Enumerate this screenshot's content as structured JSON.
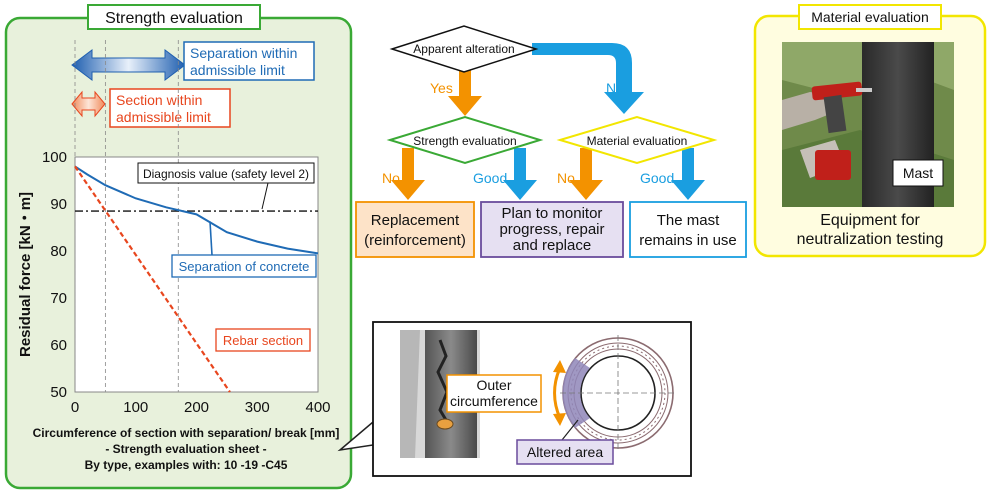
{
  "strength_panel": {
    "title": "Strength evaluation",
    "legend_separation": [
      "Separation within",
      "admissible limit"
    ],
    "legend_section": [
      "Section within",
      "admissible limit"
    ],
    "caption": [
      "Circumference of section with separation/ break [mm]",
      "- Strength evaluation sheet -",
      "By type, examples with: 10 -19 -C45"
    ]
  },
  "chart_data": {
    "type": "line",
    "ylabel": "Residual force [kN・m]",
    "xlabel": "Circumference of section with separation/ break [mm]",
    "xlim": [
      0,
      400
    ],
    "ylim": [
      50,
      100
    ],
    "x_ticks": [
      "0",
      "100",
      "200",
      "300",
      "400"
    ],
    "y_ticks": [
      "50",
      "60",
      "70",
      "80",
      "90",
      "100"
    ],
    "diagnosis_line": {
      "label": "Diagnosis value (safety level 2)",
      "y": 88.5
    },
    "admissible_x": {
      "section": 50,
      "separation": 170
    },
    "series": [
      {
        "name": "Separation of concrete",
        "color": "#1f6bb5",
        "x": [
          0,
          20,
          50,
          100,
          150,
          200,
          250,
          300,
          350,
          400
        ],
        "y": [
          98,
          96.3,
          94,
          91.2,
          89.3,
          87.8,
          84,
          82,
          80.5,
          79.5
        ]
      },
      {
        "name": "Rebar section",
        "color": "#e8461e",
        "x": [
          0,
          255
        ],
        "y": [
          98,
          50
        ]
      }
    ]
  },
  "flowchart": {
    "apparent": "Apparent alteration",
    "yes": "Yes",
    "no": "No",
    "good": "Good",
    "strength_eval": "Strength evaluation",
    "material_eval": "Material evaluation",
    "replacement": [
      "Replacement",
      "(reinforcement)"
    ],
    "plan": [
      "Plan to monitor",
      "progress, repair",
      "and replace"
    ],
    "remains": [
      "The mast",
      "remains in use"
    ]
  },
  "material_panel": {
    "title": "Material evaluation",
    "mast_label": "Mast",
    "caption": [
      "Equipment for",
      "neutralization testing"
    ]
  },
  "section_inset": {
    "outer": [
      "Outer",
      "circumference"
    ],
    "altered": "Altered area"
  },
  "colors": {
    "green": "#3aa935",
    "yellow": "#f2e600",
    "blue_arrow": "#1a9ee0",
    "orange_arrow": "#f39200",
    "strength_bg": "#e8f1dc"
  }
}
